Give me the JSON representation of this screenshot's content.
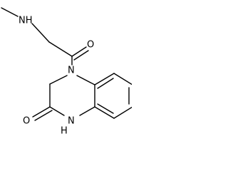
{
  "molecule": {
    "atom_labels": {
      "nh_methyl": "NH",
      "o_acyl": "O",
      "n_ring": "N",
      "o_lactam": "O",
      "nh_lactam": "N",
      "h_lactam": "H"
    },
    "bond_color": "#000000",
    "background": "#ffffff"
  }
}
